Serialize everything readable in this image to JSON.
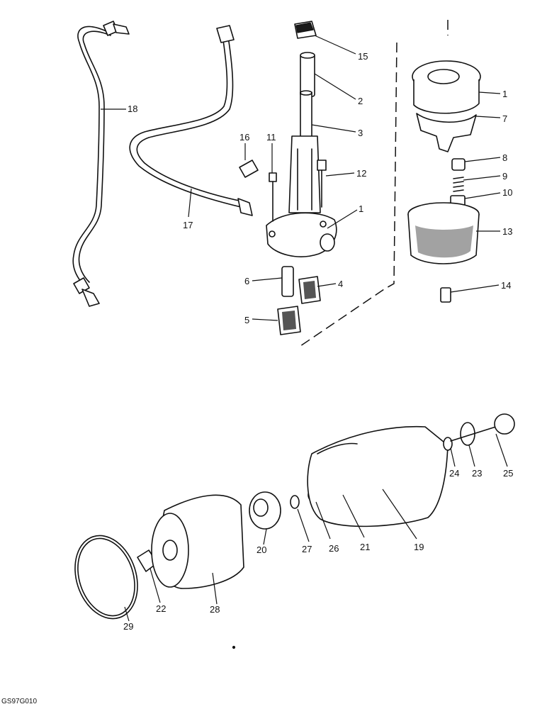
{
  "drawing_code": "GS97G010",
  "callouts": [
    {
      "id": "c15",
      "text": "15"
    },
    {
      "id": "c2",
      "text": "2"
    },
    {
      "id": "c3",
      "text": "3"
    },
    {
      "id": "c1a",
      "text": "1"
    },
    {
      "id": "c7",
      "text": "7"
    },
    {
      "id": "c8",
      "text": "8"
    },
    {
      "id": "c9",
      "text": "9"
    },
    {
      "id": "c10",
      "text": "10"
    },
    {
      "id": "c13",
      "text": "13"
    },
    {
      "id": "c14",
      "text": "14"
    },
    {
      "id": "c18",
      "text": "18"
    },
    {
      "id": "c16",
      "text": "16"
    },
    {
      "id": "c11",
      "text": "11"
    },
    {
      "id": "c12",
      "text": "12"
    },
    {
      "id": "c1b",
      "text": "1"
    },
    {
      "id": "c17",
      "text": "17"
    },
    {
      "id": "c6",
      "text": "6"
    },
    {
      "id": "c4",
      "text": "4"
    },
    {
      "id": "c5",
      "text": "5"
    },
    {
      "id": "c24",
      "text": "24"
    },
    {
      "id": "c23",
      "text": "23"
    },
    {
      "id": "c25",
      "text": "25"
    },
    {
      "id": "c19",
      "text": "19"
    },
    {
      "id": "c21",
      "text": "21"
    },
    {
      "id": "c26",
      "text": "26"
    },
    {
      "id": "c27",
      "text": "27"
    },
    {
      "id": "c20",
      "text": "20"
    },
    {
      "id": "c28",
      "text": "28"
    },
    {
      "id": "c22",
      "text": "22"
    },
    {
      "id": "c29",
      "text": "29"
    }
  ]
}
